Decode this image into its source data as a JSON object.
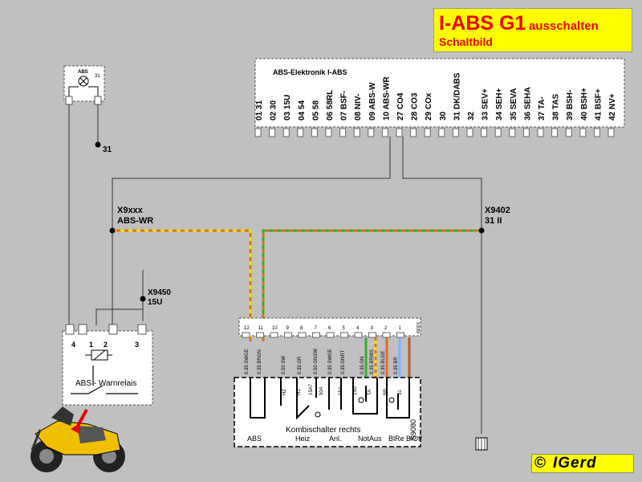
{
  "title": {
    "main": "I-ABS G1",
    "sub1": "ausschalten",
    "sub2": "Schaltbild"
  },
  "abs_module": {
    "heading": "ABS-Elektronik I-ABS",
    "pins": [
      "01 31",
      "02 30",
      "03 15U",
      "04 54",
      "05 58",
      "06 58RL",
      "07 BSF-",
      "08 NIV-",
      "09 ABS-W",
      "10 ABS-WR",
      "27 CO4",
      "28 CO3",
      "29 COx",
      "30",
      "31 DK/DABS",
      "32",
      "33 SEV+",
      "34 SEH+",
      "35 SEVA",
      "36 SEHA",
      "37 TA-",
      "38 TAS",
      "39 BSH-",
      "40 BSH+",
      "41 BSF+",
      "42 NV+"
    ]
  },
  "lamp": {
    "label": "ABS",
    "pin": "31",
    "ground_label": "31"
  },
  "connectors": {
    "x9xxx": {
      "name": "X9xxx",
      "signal": "ABS-WR"
    },
    "x9402": {
      "name": "X9402",
      "signal": "31 II"
    },
    "x9450": {
      "name": "X9450",
      "signal": "15U"
    }
  },
  "relay": {
    "label": "ABS - Warnrelais",
    "pins": [
      "4",
      "1",
      "2",
      "3"
    ]
  },
  "switch": {
    "label": "Kombischalter rechts",
    "part_no": "S9080",
    "pins": [
      "12",
      "11",
      "10",
      "9",
      "8",
      "7",
      "6",
      "5",
      "4",
      "3",
      "2",
      "1"
    ],
    "pin_tag": "X3080",
    "wires": [
      "0.35 SWGE",
      "0.35 BRGN",
      "0.50 SW",
      "0.35 GR",
      "0.50 GNSW",
      "0.35 SWGE",
      "0.35 GNRT",
      "0.35 GN",
      "0.35 BRWS",
      "0.35 BLGE",
      "0.35 BR"
    ],
    "contacts": [
      "H2",
      "H1",
      "15A7",
      "50A",
      "15A",
      "15U",
      "TA",
      "BR",
      "31"
    ],
    "functions": [
      "ABS",
      "Heiz",
      "Anl.",
      "NotAus",
      "BlRe",
      "BlOff"
    ]
  },
  "copyright": {
    "symbol": "©",
    "name": "IGerd"
  },
  "colors": {
    "accent": "#ffff00",
    "title_text": "#ee0000",
    "background": "#c0c0c0",
    "wire_orange": "#e07020",
    "wire_yellow": "#f0e000",
    "wire_green": "#30b030",
    "wire_brown": "#b06030"
  },
  "icons": [
    "lamp-icon",
    "ground-icon",
    "motorcycle-icon",
    "arrow-icon"
  ]
}
